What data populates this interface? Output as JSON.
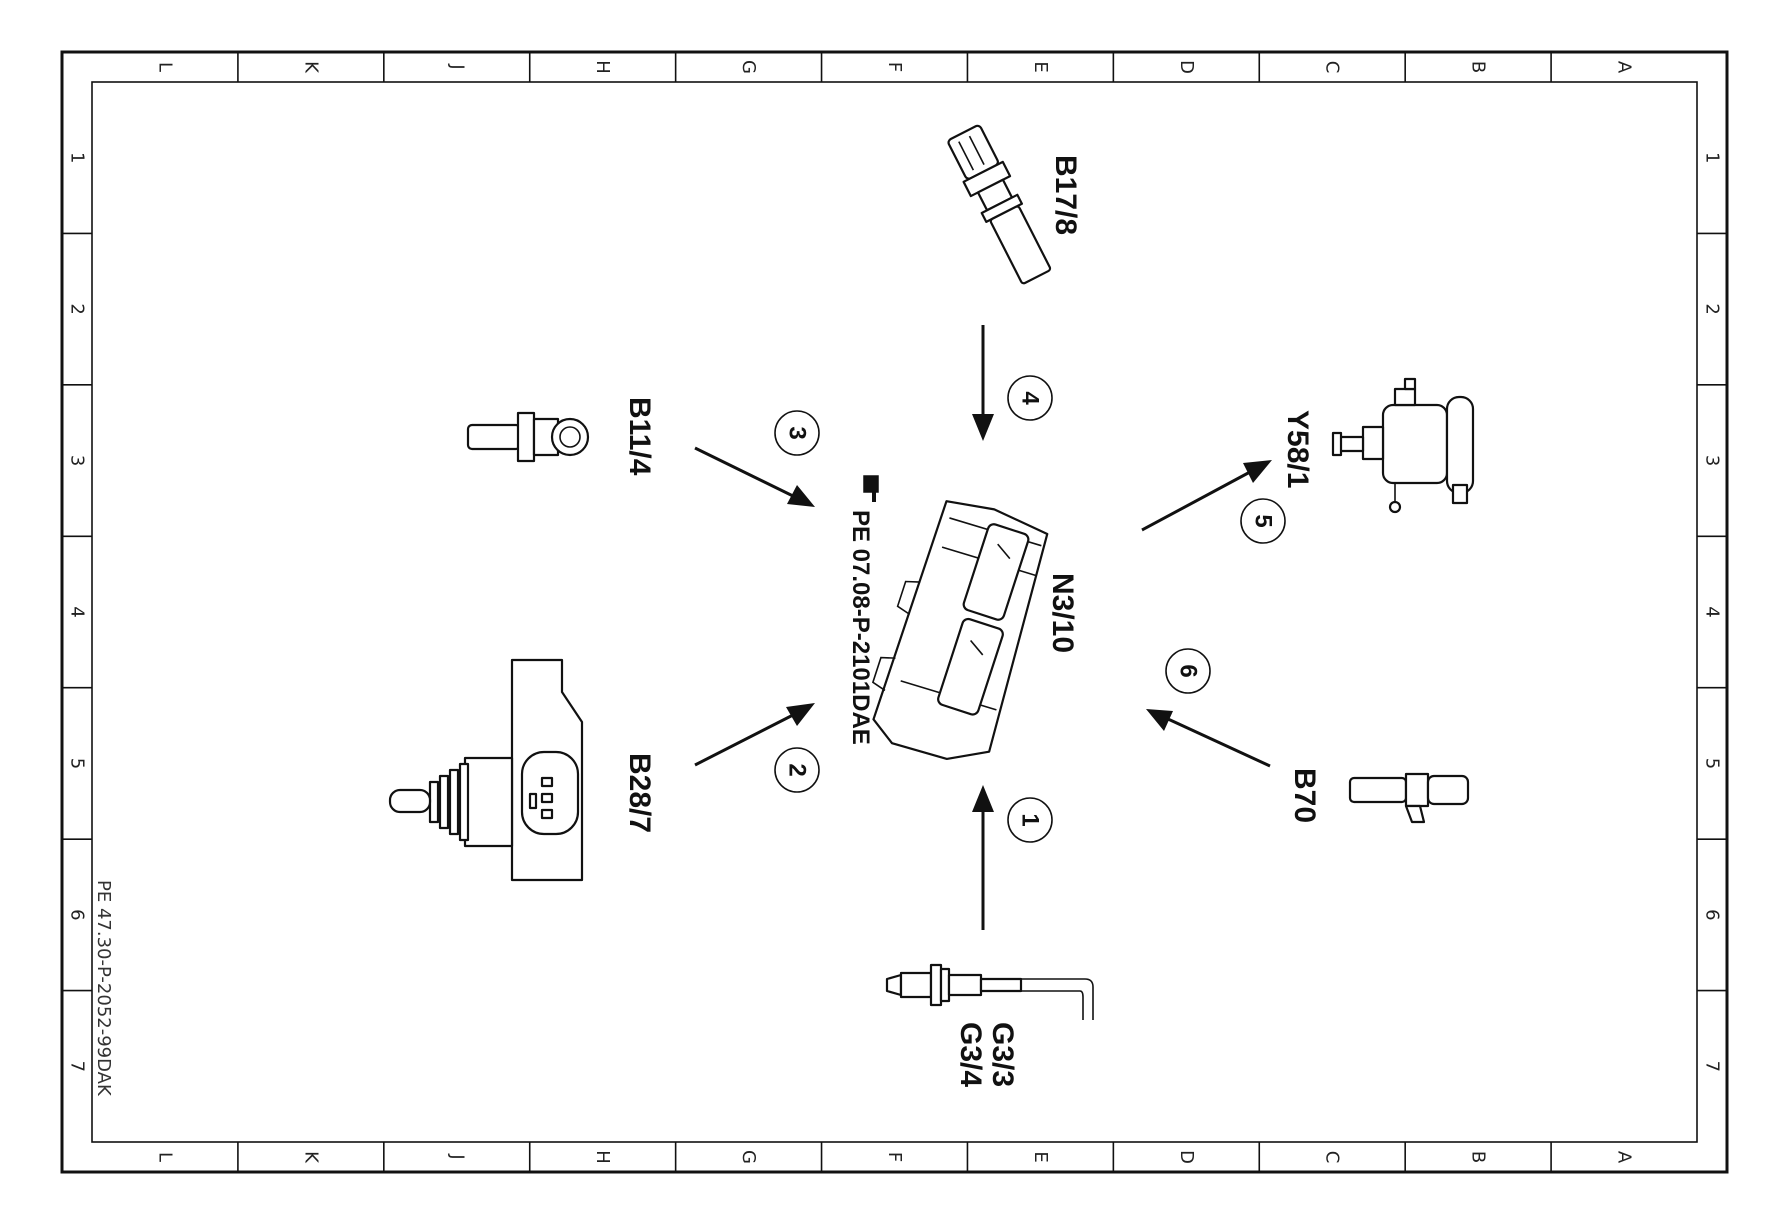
{
  "grid": {
    "columns": [
      "L",
      "K",
      "J",
      "H",
      "G",
      "F",
      "E",
      "D",
      "C",
      "B",
      "A"
    ],
    "rows": [
      "1",
      "2",
      "3",
      "4",
      "5",
      "6",
      "7"
    ]
  },
  "components": {
    "b17_8": "B17/8",
    "b11_4": "B11/4",
    "b28_7": "B28/7",
    "n3_10": "N3/10",
    "y58_1": "Y58/1",
    "b70": "B70",
    "g3_3": "G3/3",
    "g3_4": "G3/4"
  },
  "reference": "PE 07.08-P-2101DAE",
  "doc_id": "PE 47.30-P-2052-99DAK",
  "steps": [
    "1",
    "2",
    "3",
    "4",
    "5",
    "6"
  ]
}
